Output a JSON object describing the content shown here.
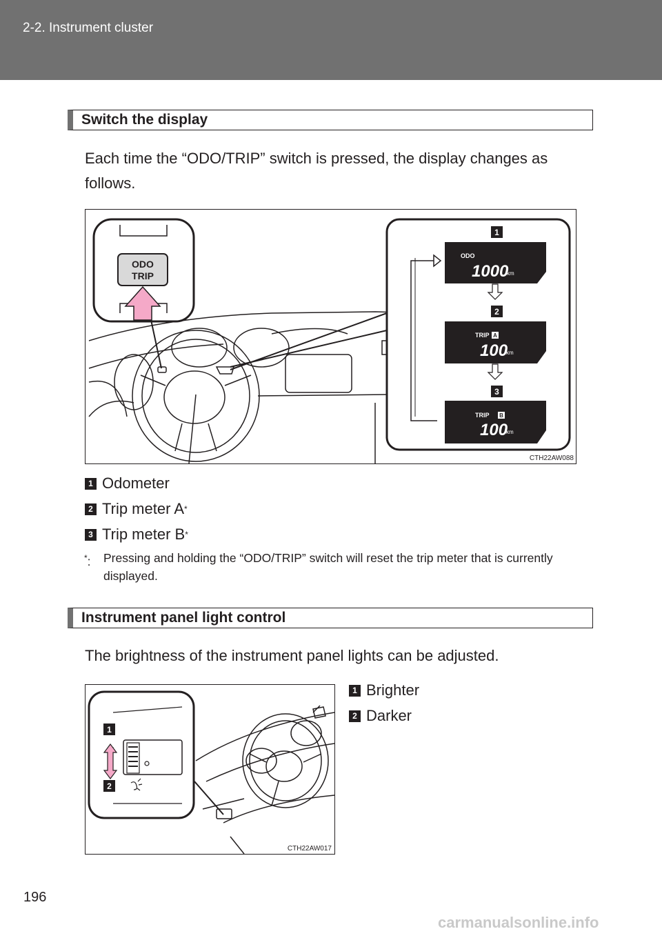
{
  "header": {
    "title": "2-2. Instrument cluster"
  },
  "section1": {
    "heading": "Switch the display",
    "body": "Each time the “ODO/TRIP” switch is pressed, the display changes as follows.",
    "figure": {
      "switch_label_line1": "ODO",
      "switch_label_line2": "TRIP",
      "callouts": [
        "1",
        "2",
        "3"
      ],
      "displays": [
        {
          "mode": "ODO",
          "value": "1000",
          "unit": "km"
        },
        {
          "mode": "TRIP",
          "badge": "A",
          "value": "100",
          "unit": "km"
        },
        {
          "mode": "TRIP",
          "badge": "B",
          "value": "100",
          "unit": "km"
        }
      ],
      "code": "CTH22AW088"
    },
    "legend": [
      {
        "num": "1",
        "label": "Odometer",
        "sup": ""
      },
      {
        "num": "2",
        "label": "Trip meter A",
        "sup": "*"
      },
      {
        "num": "3",
        "label": "Trip meter B",
        "sup": "*"
      }
    ],
    "note": {
      "mark": "*",
      "text": "Pressing and holding the “ODO/TRIP” switch will reset the trip meter that is currently displayed."
    }
  },
  "section2": {
    "heading": "Instrument panel light control",
    "body": "The brightness of the instrument panel lights can be adjusted.",
    "figure": {
      "callouts": [
        "1",
        "2"
      ],
      "code": "CTH22AW017"
    },
    "legend": [
      {
        "num": "1",
        "label": "Brighter"
      },
      {
        "num": "2",
        "label": "Darker"
      }
    ]
  },
  "page_number": "196",
  "watermark": "carmanualsonline.info"
}
